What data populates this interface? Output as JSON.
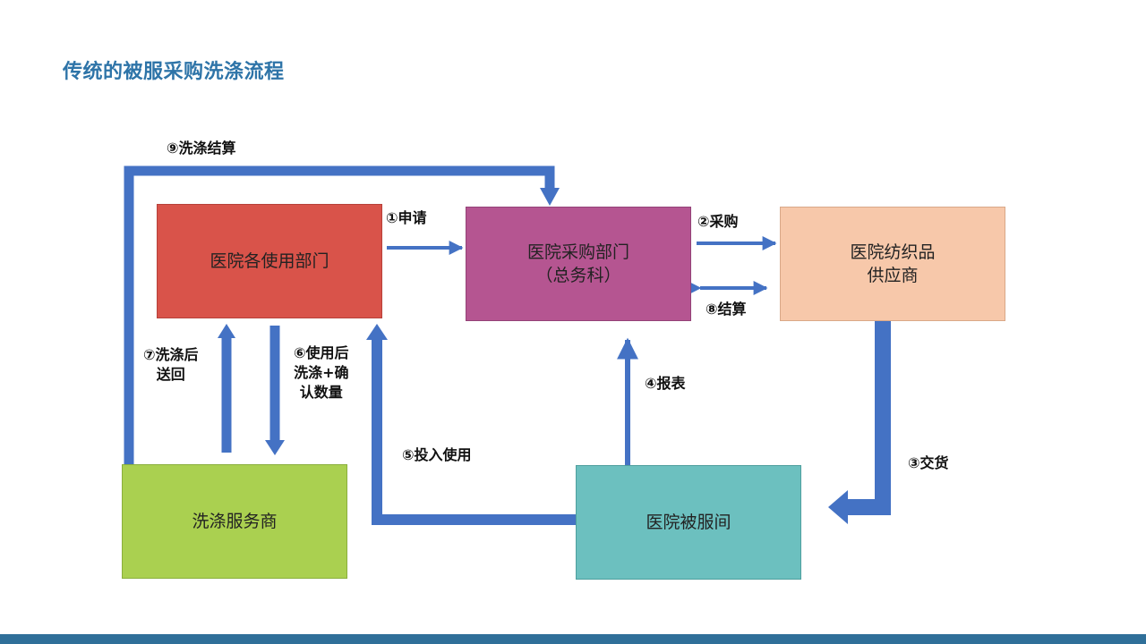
{
  "title": "传统的被服采购洗涤流程",
  "nodes": {
    "depts": "医院各使用部门",
    "purchase_line1": "医院采购部门",
    "purchase_line2": "（总务科）",
    "supplier_line1": "医院纺织品",
    "supplier_line2": "供应商",
    "laundry": "洗涤服务商",
    "linen_room": "医院被服间"
  },
  "steps": {
    "s1": "①申请",
    "s2": "②采购",
    "s3": "③交货",
    "s4": "④报表",
    "s5": "⑤投入使用",
    "s6_line1": "⑥使用后",
    "s6_line2": "洗涤+确",
    "s6_line3": "认数量",
    "s7_line1": "⑦洗涤后",
    "s7_line2": "送回",
    "s8": "⑧结算",
    "s9": "⑨洗涤结算"
  },
  "colors": {
    "title": "#2e74a8",
    "arrow": "#4472c4",
    "depts": "#d9534a",
    "purchase": "#b55591",
    "supplier": "#f7c8aa",
    "laundry": "#aad050",
    "linen_room": "#6cc0bf",
    "footer": "#2f6f99"
  }
}
